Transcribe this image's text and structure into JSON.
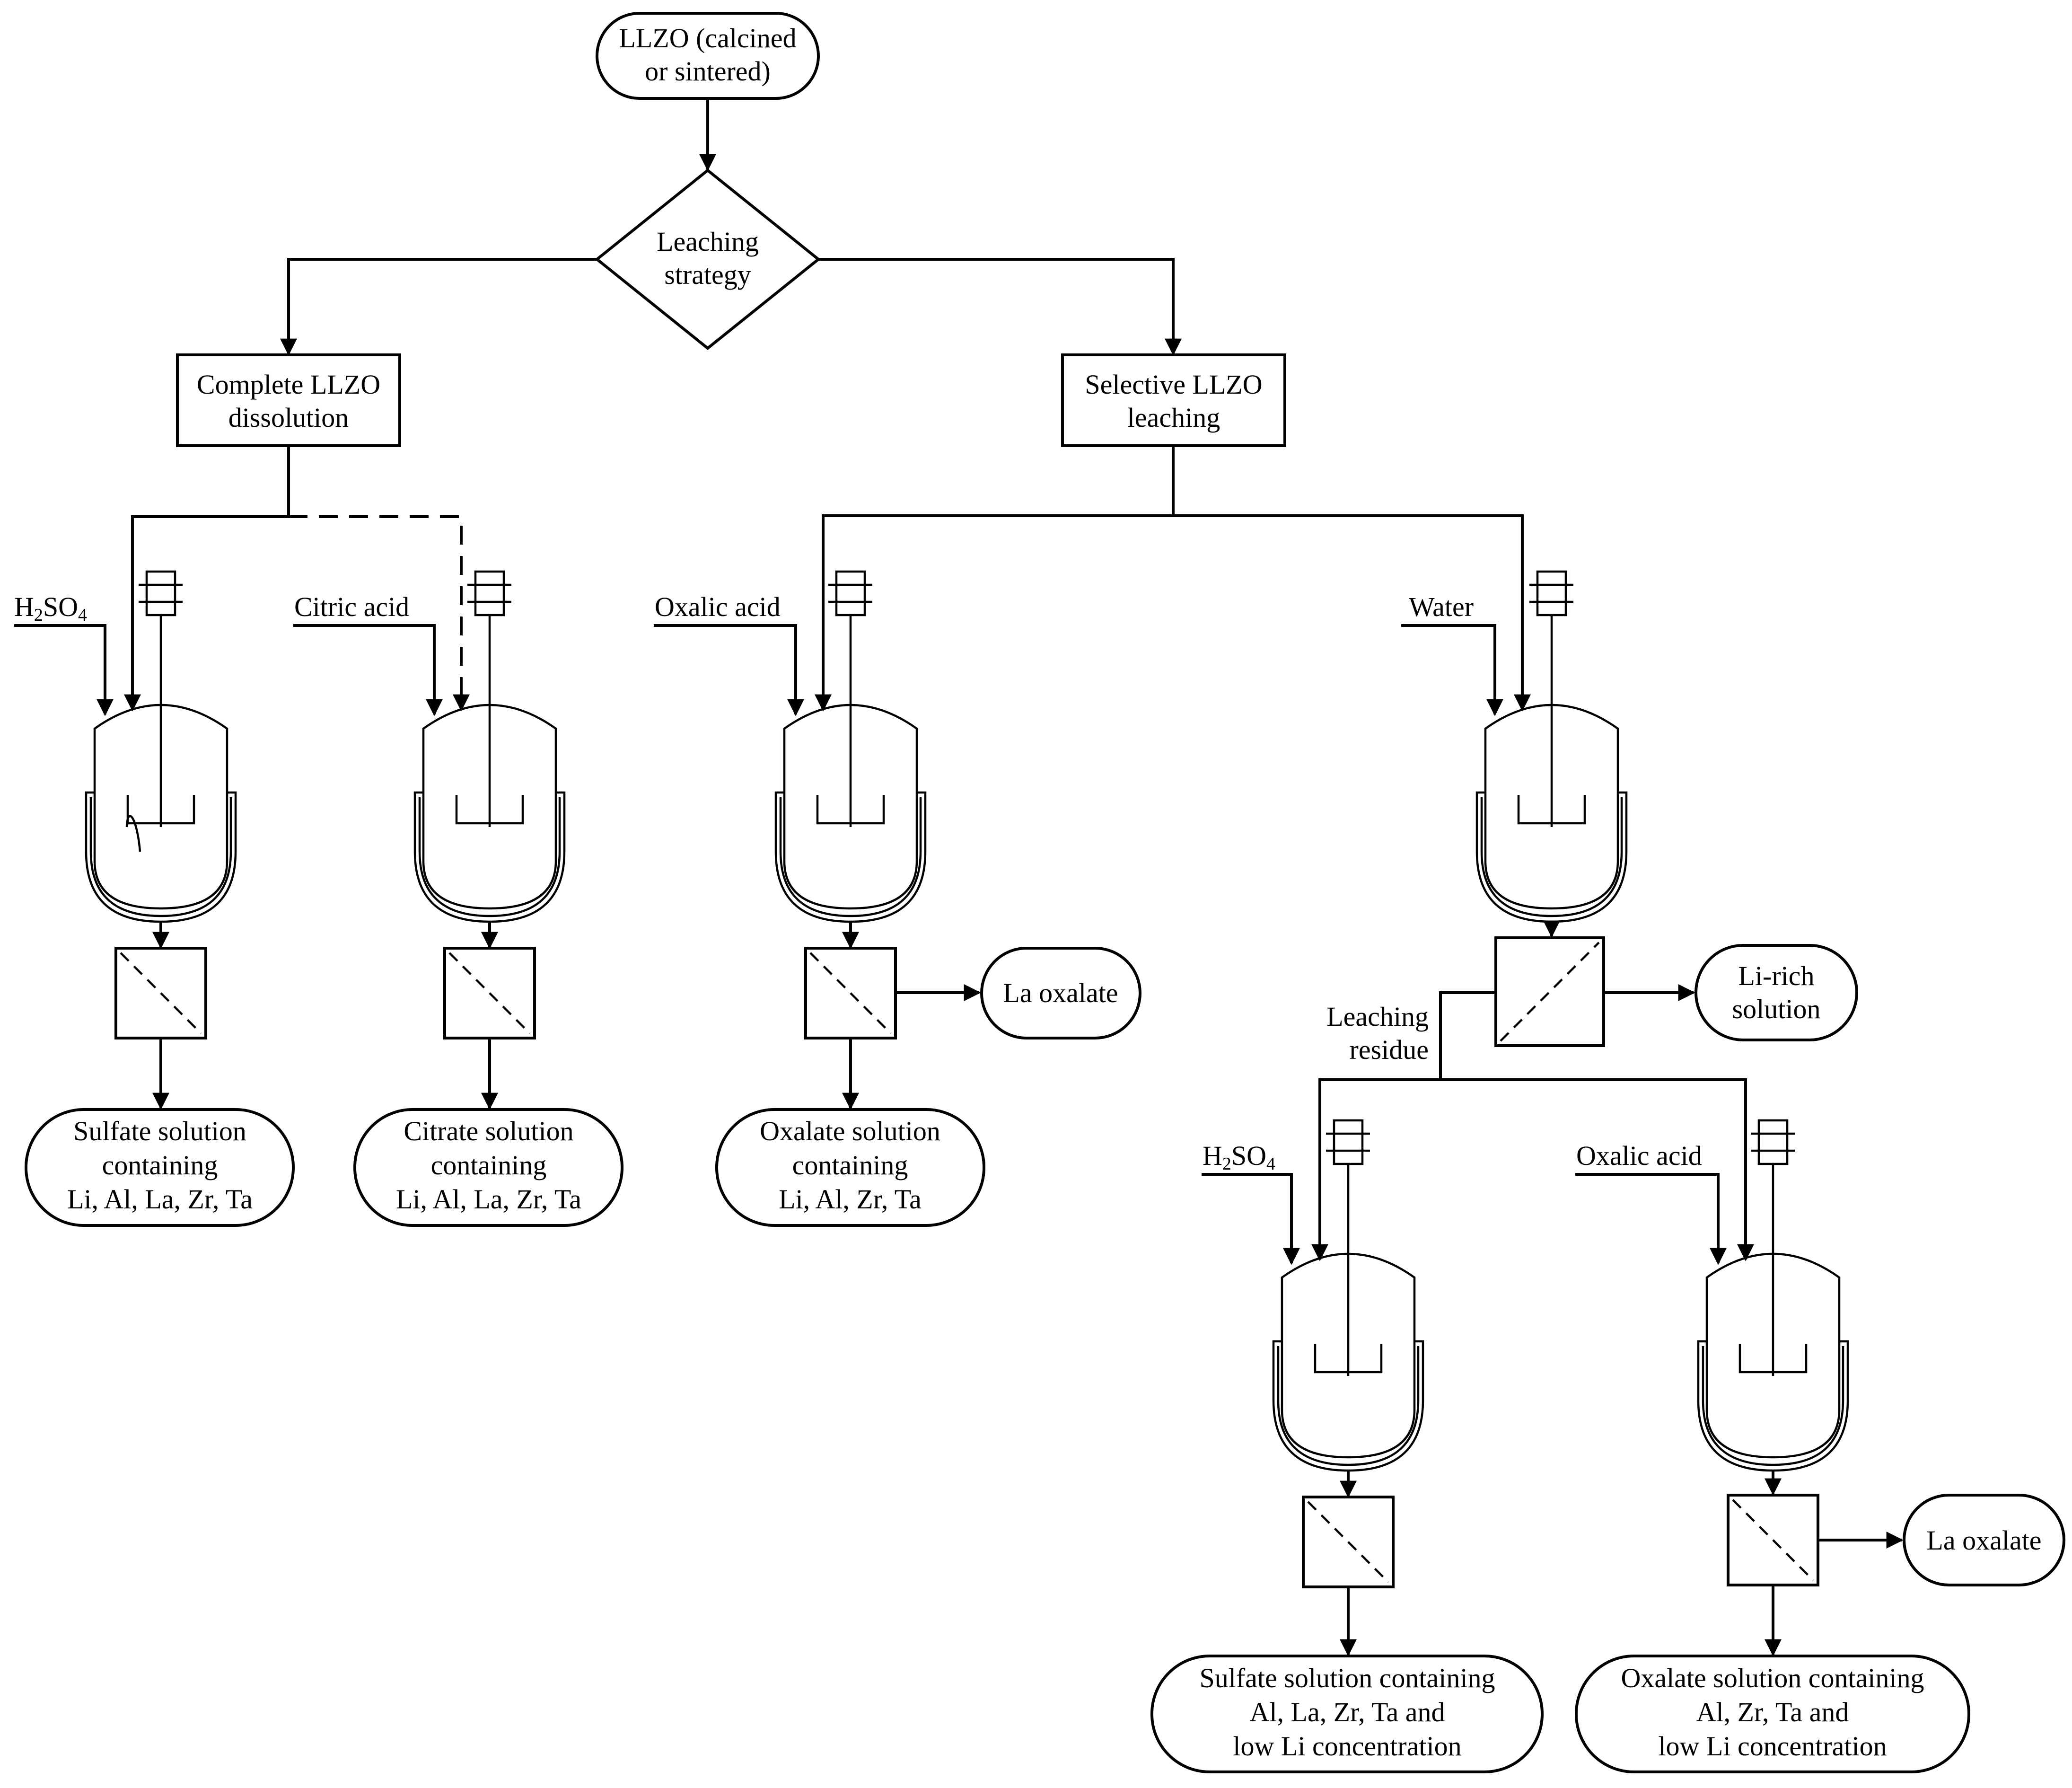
{
  "nodes": {
    "start_line1": "LLZO (calcined",
    "start_line2": "or sintered)",
    "decision_line1": "Leaching",
    "decision_line2": "strategy",
    "complete_line1": "Complete LLZO",
    "complete_line2": "dissolution",
    "selective_line1": "Selective LLZO",
    "selective_line2": "leaching",
    "leaching_residue_line1": "Leaching",
    "leaching_residue_line2": "residue"
  },
  "reagents": {
    "h2so4_main": "H",
    "h2so4_sub2": "2",
    "h2so4_mid": "SO",
    "h2so4_sub4": "4",
    "citric_acid": "Citric acid",
    "oxalic_acid": "Oxalic acid",
    "water": "Water"
  },
  "products": {
    "sulfate_line1": "Sulfate solution",
    "sulfate_line2": "containing",
    "sulfate_line3": "Li, Al, La, Zr, Ta",
    "citrate_line1": "Citrate solution",
    "citrate_line2": "containing",
    "citrate_line3": "Li, Al, La, Zr, Ta",
    "oxalate_line1": "Oxalate solution",
    "oxalate_line2": "containing",
    "oxalate_line3": "Li, Al, Zr, Ta",
    "la_oxalate": "La oxalate",
    "li_rich_line1": "Li-rich",
    "li_rich_line2": "solution",
    "sulfate2_line1": "Sulfate solution containing",
    "sulfate2_line2": "Al, La, Zr, Ta and",
    "sulfate2_line3": "low Li concentration",
    "oxalate2_line1": "Oxalate solution containing",
    "oxalate2_line2": "Al, Zr, Ta and",
    "oxalate2_line3": "low Li concentration",
    "la_oxalate2": "La oxalate"
  }
}
